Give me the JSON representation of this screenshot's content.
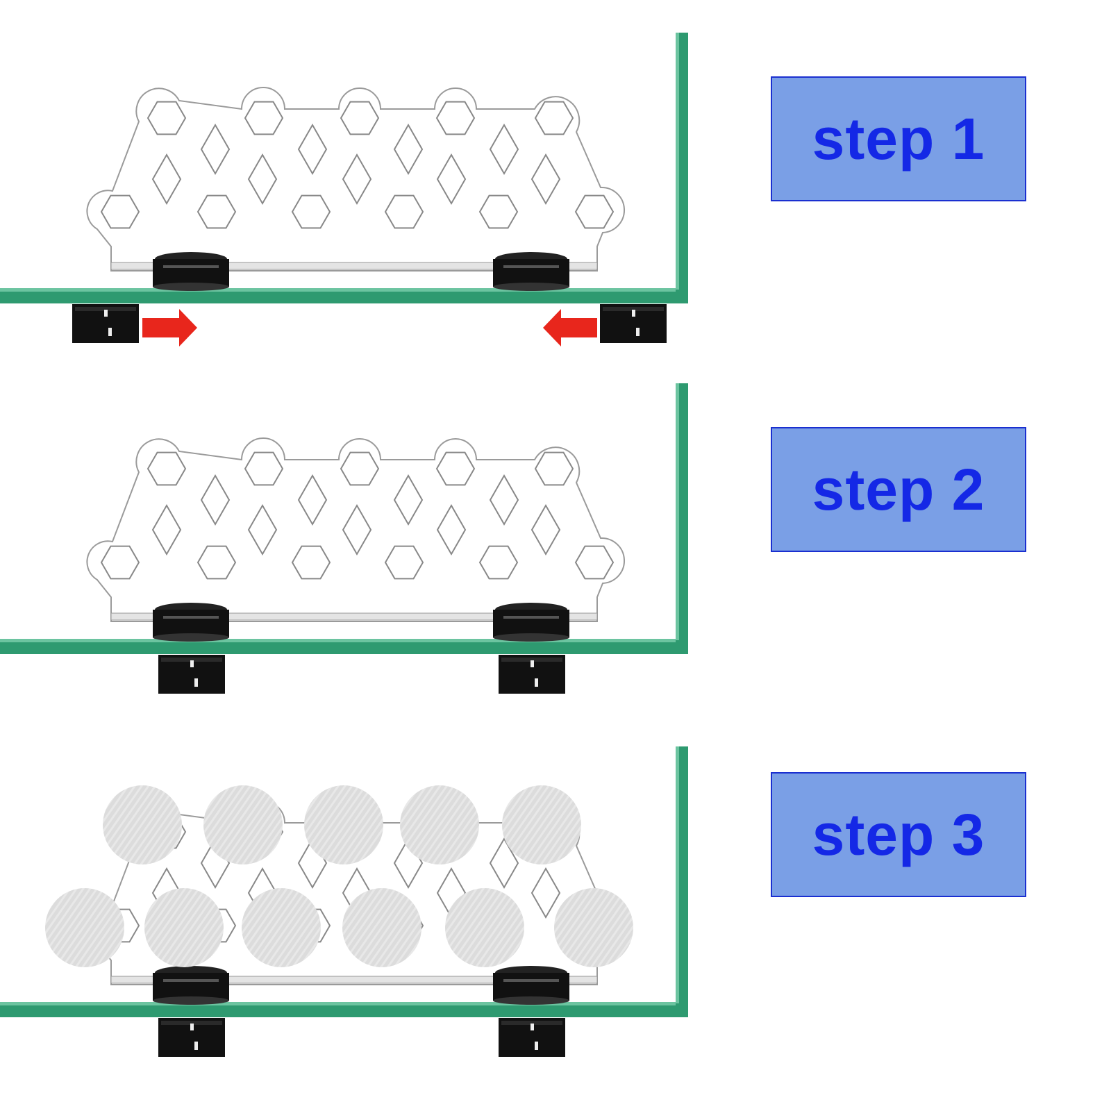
{
  "steps": [
    {
      "label": "step 1",
      "magnets": "outer",
      "arrows": true,
      "pads": false
    },
    {
      "label": "step 2",
      "magnets": "attached",
      "arrows": false,
      "pads": false
    },
    {
      "label": "step 3",
      "magnets": "attached",
      "arrows": false,
      "pads": true
    }
  ],
  "colors": {
    "glass": "#2e9a70",
    "glass_light": "#6cc4a0",
    "label_fill": "#7a9fe6",
    "label_text": "#1428e6",
    "arrow": "#e8261c",
    "magnet": "#111111",
    "pad": "#dcdcdc"
  },
  "icons": [
    "rack-icon",
    "magnet-icon",
    "arrow-right-icon",
    "arrow-left-icon",
    "frag-pad-icon"
  ]
}
